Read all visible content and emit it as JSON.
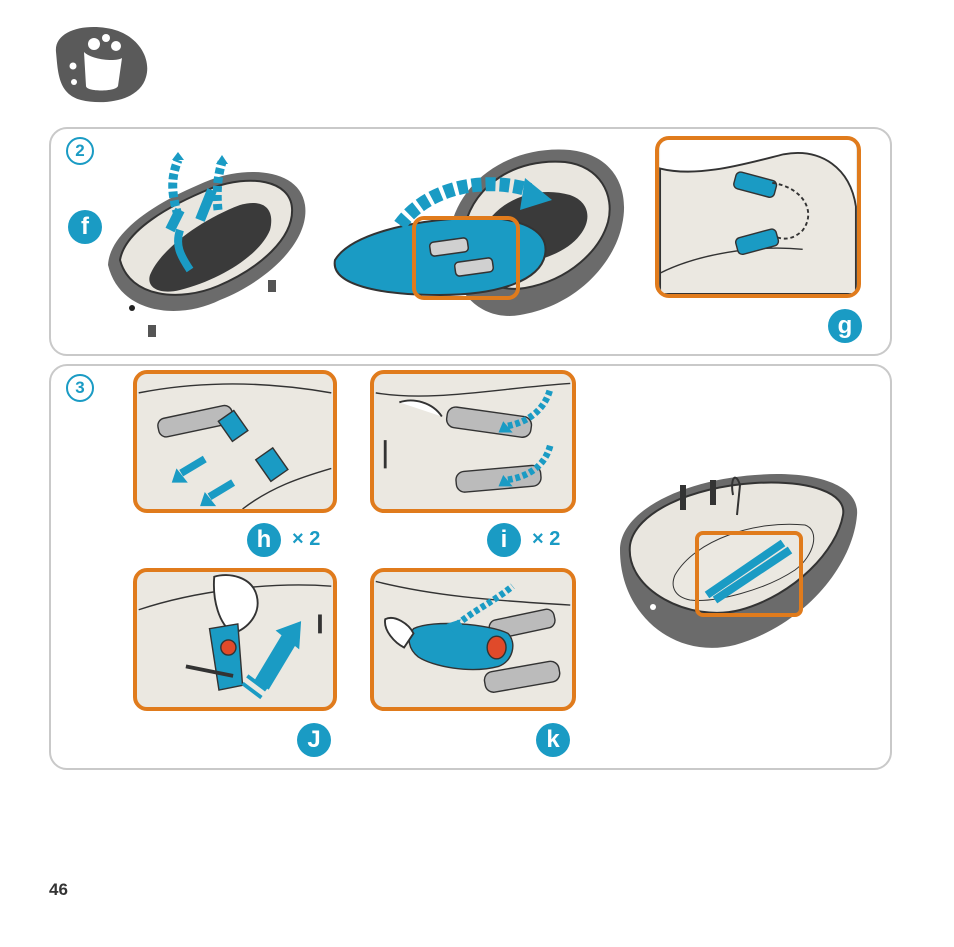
{
  "page_number": "46",
  "colors": {
    "accent_blue": "#1a9bc4",
    "frame_orange": "#e07b1c",
    "panel_border": "#c9c9c9",
    "shell_gray": "#6b6b6b"
  },
  "icons": {
    "header": "wash-care-icon"
  },
  "steps": [
    {
      "number": "2",
      "labels": {
        "f": "f",
        "g": "g"
      }
    },
    {
      "number": "3",
      "labels": {
        "h": "h",
        "i": "i",
        "j": "J",
        "k": "k"
      },
      "h_multiplier": "× 2",
      "i_multiplier": "× 2"
    }
  ]
}
